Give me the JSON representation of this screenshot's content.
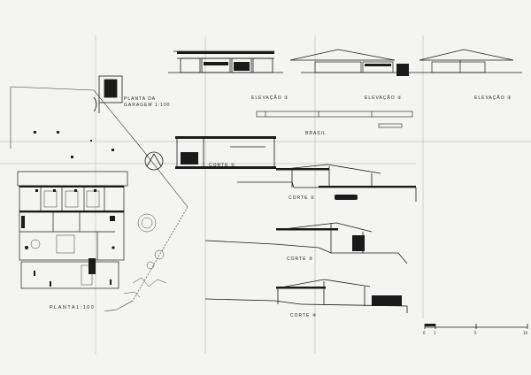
{
  "drawing": {
    "labels": {
      "plan_main_title": "PLANTA",
      "plan_main_scale": "1:100",
      "plan_garage_title_a": "PLANTA DA",
      "plan_garage_title_b": "GARAGEM 1:100",
      "elevation_1": "ELEVAÇÃO ①",
      "elevation_2": "ELEVAÇÃO ②",
      "elevation_3": "ELEVAÇÃO ③",
      "section_1": "CORTE ①",
      "section_2": "CORTE ②",
      "section_3": "CORTE ③",
      "section_4": "CORTE ④",
      "brasil": "BRASIL"
    },
    "scale_bar": {
      "ticks": [
        "0",
        "1",
        "5",
        "10"
      ]
    },
    "colors": {
      "ink": "#1a1a1a",
      "paper": "#f4f4f2",
      "fold": "#c9c9c6",
      "fill_dark": "#2a2a2a"
    }
  }
}
